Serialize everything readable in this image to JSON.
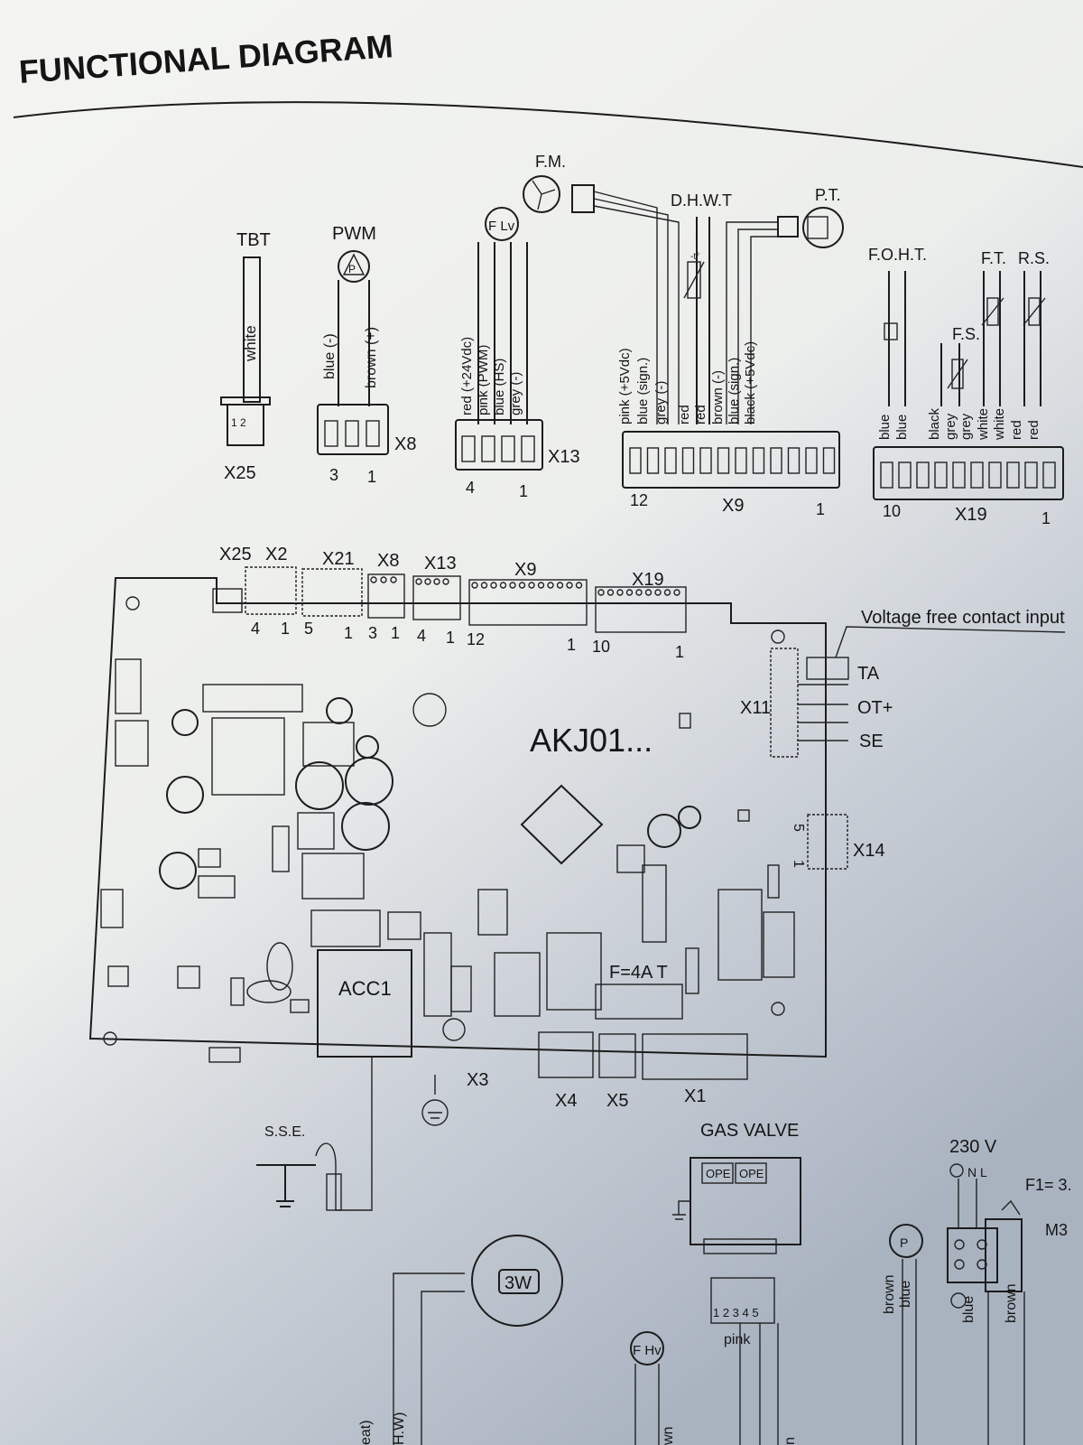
{
  "title": "FUNCTIONAL DIAGRAM",
  "board": {
    "model": "AKJ01...",
    "fuse": "F=4A T",
    "acc": "ACC1"
  },
  "components_top": {
    "tbt": "TBT",
    "pwm": "PWM",
    "flv": "F Lv",
    "fm": "F.M.",
    "dhwt": "D.H.W.T",
    "pt": "P.T.",
    "foht": "F.O.H.T.",
    "ft": "F.T.",
    "rs": "R.S.",
    "fs": "F.S.",
    "pump_symbol": "P",
    "temp_symbol": "-t°"
  },
  "connectors_top": [
    {
      "name": "X25",
      "pins": [
        "1 2"
      ],
      "wires": [
        "white"
      ],
      "ends": []
    },
    {
      "name": "X8",
      "wires": [
        "blue (-)",
        "brown (+)"
      ],
      "ends": [
        "3",
        "1"
      ]
    },
    {
      "name": "X13",
      "wires": [
        "red (+24Vdc)",
        "pink (PWM)",
        "blue (HS)",
        "grey (-)"
      ],
      "ends": [
        "4",
        "1"
      ]
    },
    {
      "name": "X9",
      "wires": [
        "pink (+5Vdc)",
        "blue (sign.)",
        "grey (-)",
        "red",
        "red",
        "brown (-)",
        "blue (sign.)",
        "black (+5Vdc)"
      ],
      "ends": [
        "12",
        "1"
      ]
    },
    {
      "name": "X19",
      "wires": [
        "blue",
        "blue",
        "black",
        "grey",
        "grey",
        "white",
        "white",
        "red",
        "red"
      ],
      "ends": [
        "10",
        "1"
      ]
    }
  ],
  "board_header": {
    "labels": [
      "X25",
      "X2",
      "X21",
      "X8",
      "X13",
      "X9",
      "X19"
    ],
    "pin_numbers": [
      "4",
      "1",
      "5",
      "1",
      "3",
      "1",
      "4",
      "1",
      "12",
      "1",
      "10",
      "1"
    ]
  },
  "right_side": {
    "voltage_free": "Voltage free contact input",
    "x11": "X11",
    "ta": "TA",
    "ot": "OT+",
    "se": "SE",
    "x14": "X14",
    "x14_pins": [
      "5",
      "1"
    ]
  },
  "bottom_connectors": [
    "X3",
    "X4",
    "X5",
    "X1"
  ],
  "bottom": {
    "sse": "S.S.E.",
    "gas_valve": "GAS VALVE",
    "ope1": "OPE",
    "ope2": "OPE",
    "gas_pins": "1 2 3 4 5",
    "pink": "pink",
    "three_w": "3W",
    "fhv": "F Hv",
    "voltage": "230 V",
    "nl": "N L",
    "f1": "F1= 3.",
    "m3": "M3",
    "brown1": "brown",
    "blue1": "blue",
    "blue2": "blue",
    "brown2": "brown",
    "eat": "eat)",
    "hw": "H.W)",
    "wn": "wn",
    "n": "n"
  },
  "colors": {
    "ink": "#1c1c1c",
    "paper": "#f2f3f0",
    "shadow": "#8f9aa8"
  }
}
